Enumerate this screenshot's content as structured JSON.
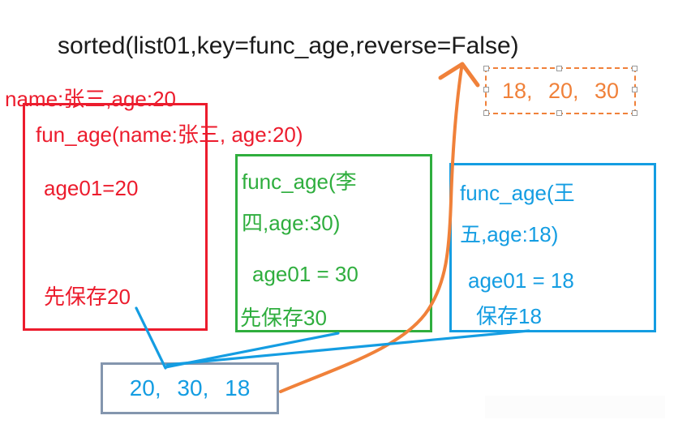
{
  "colors": {
    "red": "#ec1c2d",
    "green": "#2fae3e",
    "blue": "#149de2",
    "orange": "#f0813a",
    "slate": "#8496ae",
    "ink": "#1b1b1b",
    "faint": "#fcfcfc"
  },
  "title": "sorted(list01,key=func_age,reverse=False)",
  "sorted_result_box": {
    "value": "18, 20, 30"
  },
  "element_label": "name:张三,age:20",
  "frames": {
    "red": {
      "call": "fun_age(name:张三, age:20)",
      "assign": "age01=20",
      "note": "先保存20"
    },
    "green": {
      "call_lines": [
        "func_age(李",
        "四,age:30)"
      ],
      "assign": "age01 = 30",
      "note": "先保存30"
    },
    "blue": {
      "call_lines": [
        "func_age(王",
        "五,age:18)"
      ],
      "assign": "age01 = 18",
      "note": "保存18"
    }
  },
  "key_list_box": {
    "value": "20, 30, 18"
  }
}
